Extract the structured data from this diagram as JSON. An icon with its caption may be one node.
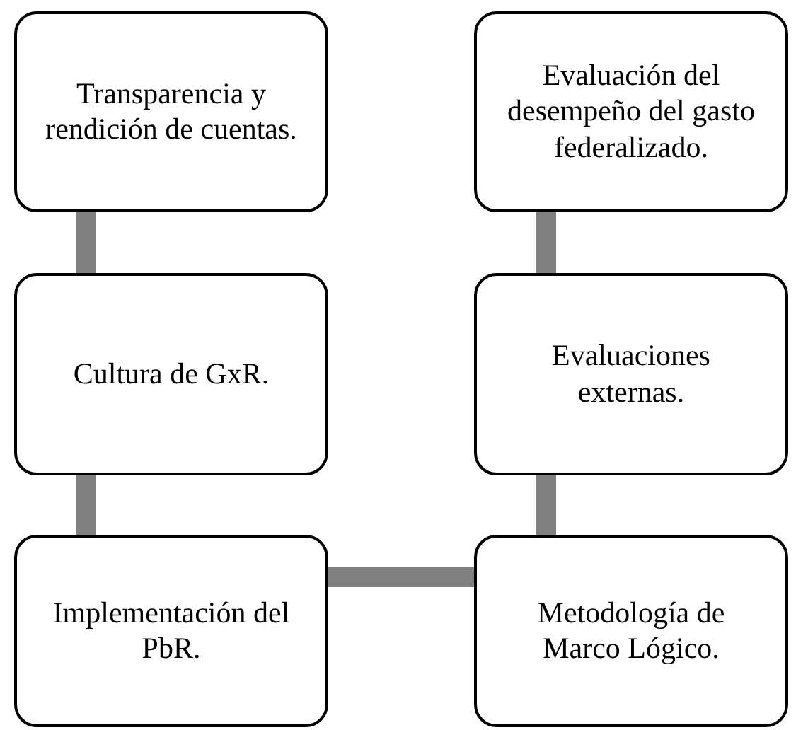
{
  "diagram": {
    "nodes": [
      {
        "text": [
          "Transparencia y rendición de cuentas."
        ]
      },
      {
        "text": [
          "Evaluación del desempeño del gasto federalizado."
        ]
      },
      {
        "text": [
          "Cultura de GxR."
        ]
      },
      {
        "text": [
          "Evaluaciones externas."
        ]
      },
      {
        "text": [
          "Implementación del PbR."
        ]
      },
      {
        "text": [
          "Metodología de Marco Lógico."
        ]
      }
    ],
    "edges": [
      {
        "from": 0,
        "to": 2,
        "arrow": "none"
      },
      {
        "from": 2,
        "to": 4,
        "arrow": "none"
      },
      {
        "from": 4,
        "to": 5,
        "arrow": "none"
      },
      {
        "from": 5,
        "to": 3,
        "arrow": "none"
      },
      {
        "from": 3,
        "to": 1,
        "arrow": "none"
      }
    ]
  }
}
